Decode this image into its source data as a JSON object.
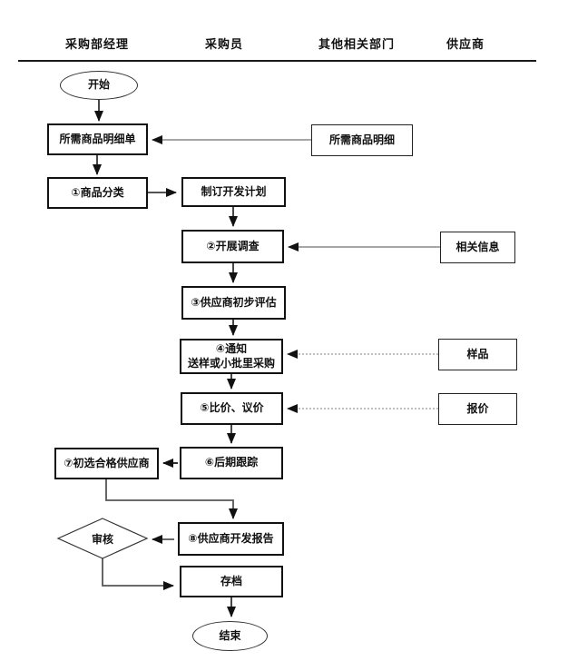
{
  "header": {
    "columns": [
      {
        "label": "采购部经理"
      },
      {
        "label": "采购员"
      },
      {
        "label": "其他相关部门"
      },
      {
        "label": "供应商"
      }
    ]
  },
  "nodes": {
    "start": "开始",
    "required_goods_list": "所需商品明细单",
    "required_goods_detail": "所需商品明细",
    "step1_classify": "①商品分类",
    "dev_plan": "制订开发计划",
    "step2_survey": "②开展调查",
    "related_info": "相关信息",
    "step3_initial_eval": "③供应商初步评估",
    "step4_notify": "④通知\n送样或小批里采购",
    "sample": "样品",
    "step5_compare_price": "⑤比价、议价",
    "quote": "报价",
    "step6_follow_up": "⑥后期跟踪",
    "step7_preselect": "⑦初选合格供应商",
    "step8_dev_report": "⑧供应商开发报告",
    "review": "审核",
    "archive": "存档",
    "end": "结束"
  }
}
